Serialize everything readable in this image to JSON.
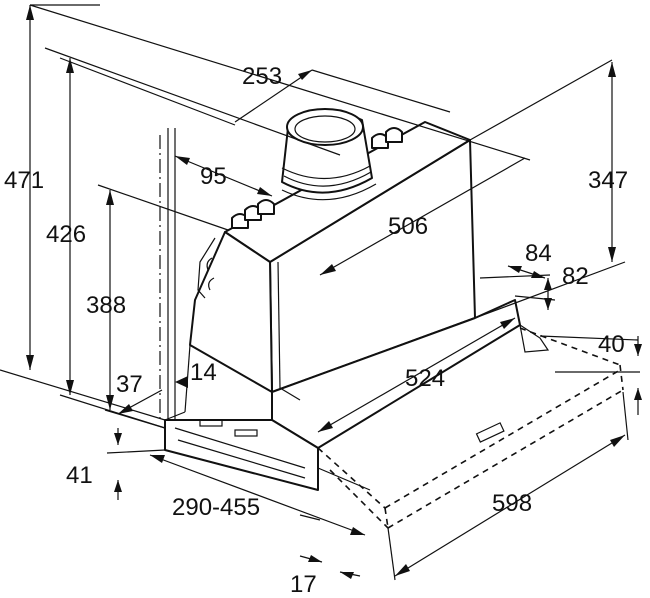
{
  "diagram": {
    "dimensions": {
      "height_total": "471",
      "height_426": "426",
      "height_388": "388",
      "depth_253": "253",
      "offset_95": "95",
      "width_506": "506",
      "height_347": "347",
      "depth_84": "84",
      "height_82": "82",
      "height_40": "40",
      "width_524": "524",
      "depth_37": "37",
      "depth_14": "14",
      "height_41": "41",
      "extension_range": "290-455",
      "width_598": "598",
      "depth_17": "17"
    },
    "colors": {
      "line": "#111111",
      "background": "#ffffff"
    }
  }
}
